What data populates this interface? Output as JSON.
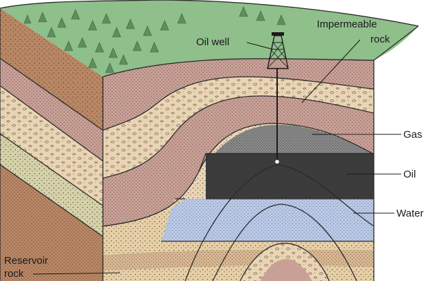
{
  "diagram": {
    "labels": {
      "oil_well": "Oil well",
      "impermeable_line1": "Impermeable",
      "impermeable_line2": "rock",
      "gas": "Gas",
      "oil": "Oil",
      "water": "Water",
      "reservoir_line1": "Reservoir",
      "reservoir_line2": "rock"
    },
    "colors": {
      "grass": "#8fbf8a",
      "tree": "#5f8f5c",
      "brown": "#b98664",
      "rose": "#c9a096",
      "sand": "#e9d5b4",
      "olive": "#d5d1a8",
      "gas": "#8c8c8c",
      "oil": "#3c3c3c",
      "water": "#b9c9e6",
      "outline": "#2a2a2a"
    }
  }
}
